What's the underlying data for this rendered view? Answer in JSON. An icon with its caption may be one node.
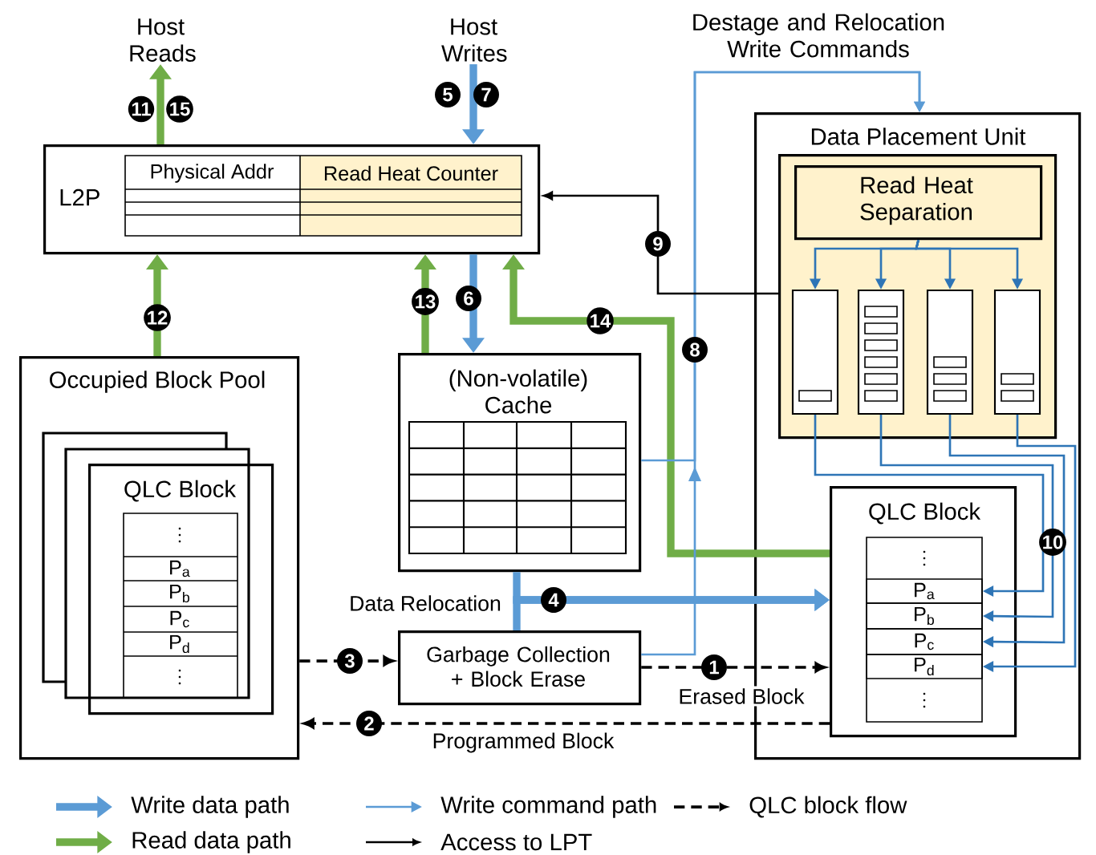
{
  "diagram": {
    "nodes": [
      {
        "text": [
          "Host Reads"
        ]
      },
      {
        "text": [
          "Host Writes"
        ]
      },
      {
        "text": [
          "L2P"
        ]
      },
      {
        "text": [
          "Data Placement Unit"
        ]
      },
      {
        "text": [],
        "shape": "box",
        "in": 3
      },
      {
        "text": [
          "Read Heat Separation"
        ],
        "in": 4
      },
      {
        "text": [],
        "shape": "bar",
        "in": 4
      },
      {
        "text": [],
        "shape": "bar",
        "in": 4
      },
      {
        "text": [],
        "shape": "bar",
        "in": 4
      },
      {
        "text": [],
        "shape": "bar",
        "in": 4
      },
      {
        "text": [
          "Occupied Block Pool"
        ]
      },
      {
        "text": [
          "QLC Block"
        ],
        "in": 10
      },
      {
        "text": [
          "(Non-volatile) Cache"
        ]
      },
      {
        "text": [
          "Garbage Collection + Block Erase"
        ]
      },
      {
        "text": [
          "QLC Block"
        ],
        "in": 3
      },
      {
        "text": [
          "P$_{a}$"
        ],
        "in": 14
      },
      {
        "text": [
          "P$_{b}$"
        ],
        "in": 14
      },
      {
        "text": [
          "P$_{c}$"
        ],
        "in": 14
      },
      {
        "text": [
          "P$_{d}$"
        ],
        "in": 14
      }
    ],
    "edges": [
      {
        "from": 2,
        "to": 0,
        "arrow": "to",
        "label": "11",
        "style": "thick",
        "color": "#70ad47"
      },
      {
        "from": 1,
        "to": 2,
        "arrow": "to",
        "label": "5",
        "style": "thick",
        "color": "#5b9bd5"
      },
      {
        "from": 2,
        "to": 12,
        "arrow": "to",
        "label": "6",
        "style": "thick",
        "color": "#5b9bd5"
      },
      {
        "from": 10,
        "to": 2,
        "arrow": "to",
        "label": "12",
        "style": "thick",
        "color": "#70ad47"
      },
      {
        "from": 12,
        "to": 2,
        "arrow": "to",
        "label": "13",
        "style": "thick",
        "color": "#70ad47"
      },
      {
        "from": 14,
        "to": 2,
        "arrow": "to",
        "label": "14",
        "style": "thick",
        "color": "#70ad47"
      },
      {
        "from": 12,
        "to": 14,
        "arrow": "to",
        "label": "4",
        "style": "thick",
        "color": "#5b9bd5"
      },
      {
        "from": 13,
        "to": 14,
        "arrow": "to",
        "style": "thick",
        "color": "#5b9bd5"
      },
      {
        "from": 13,
        "to": 3,
        "arrow": "to",
        "label": "8",
        "color": "#5b9bd5"
      },
      {
        "from": 12,
        "to": 3,
        "arrow": "to",
        "label": "Destage and Relocation Write Commands",
        "color": "#5b9bd5"
      },
      {
        "from": 4,
        "to": 2,
        "arrow": "to",
        "label": "9",
        "color": "#000000"
      },
      {
        "from": 5,
        "to": 6,
        "arrow": "to",
        "color": "#2e75b6"
      },
      {
        "from": 5,
        "to": 7,
        "arrow": "to",
        "color": "#2e75b6"
      },
      {
        "from": 5,
        "to": 8,
        "arrow": "to",
        "color": "#2e75b6"
      },
      {
        "from": 5,
        "to": 9,
        "arrow": "to",
        "color": "#2e75b6"
      },
      {
        "from": 6,
        "to": 15,
        "arrow": "to",
        "color": "#2e75b6"
      },
      {
        "from": 7,
        "to": 16,
        "arrow": "to",
        "label": "10",
        "color": "#2e75b6"
      },
      {
        "from": 8,
        "to": 17,
        "arrow": "to",
        "color": "#2e75b6"
      },
      {
        "from": 9,
        "to": 18,
        "arrow": "to",
        "color": "#2e75b6"
      },
      {
        "from": 10,
        "to": 13,
        "arrow": "to",
        "label": "3",
        "style": "dashed",
        "color": "#000000"
      },
      {
        "from": 13,
        "to": 14,
        "arrow": "to",
        "label": "1",
        "style": "dashed",
        "color": "#000000"
      },
      {
        "from": 14,
        "to": 10,
        "arrow": "to",
        "label": "2",
        "style": "dashed",
        "color": "#000000"
      }
    ],
    "labels": [
      "15",
      "7",
      "Physical Addr",
      "Read Heat Counter",
      "P$_{a}$",
      "P$_{b}$",
      "P$_{c}$",
      "P$_{d}$",
      "Data Relocation",
      "Erased Block",
      "Programmed Block"
    ],
    "legend": [
      {
        "text": "Write data path"
      },
      {
        "text": "Read data path"
      },
      {
        "text": "Write command path"
      },
      {
        "text": "Access to LPT"
      },
      {
        "text": "QLC block flow"
      }
    ]
  }
}
